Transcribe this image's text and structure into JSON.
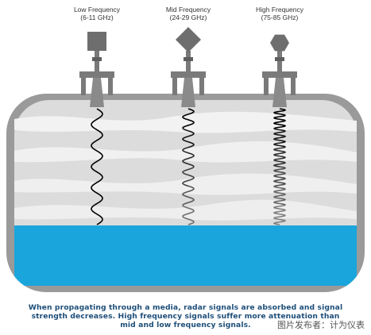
{
  "antennas": [
    {
      "id": "low",
      "title": "Low Frequency",
      "band": "(6-11 GHz)",
      "wave_turns": 5.5
    },
    {
      "id": "mid",
      "title": "Mid Frequency",
      "band": "(24-29 GHz)",
      "wave_turns": 10.5
    },
    {
      "id": "high",
      "title": "High Frequency",
      "band": "(75-85 GHz)",
      "wave_turns": 22
    }
  ],
  "caption_lines": [
    "When propagating through a media, radar signals are absorbed and signal",
    "strength decreases. High frequency signals suffer more attenuation than",
    "mid and low frequency signals."
  ],
  "watermark": "图片发布者：计为仪表",
  "colors": {
    "tank_outline": "#9a9a9a",
    "tank_fill": "#dcdcdc",
    "liquid": "#1aa6dc",
    "hardware": "#7a7a7a",
    "caption": "#1d4e79"
  }
}
